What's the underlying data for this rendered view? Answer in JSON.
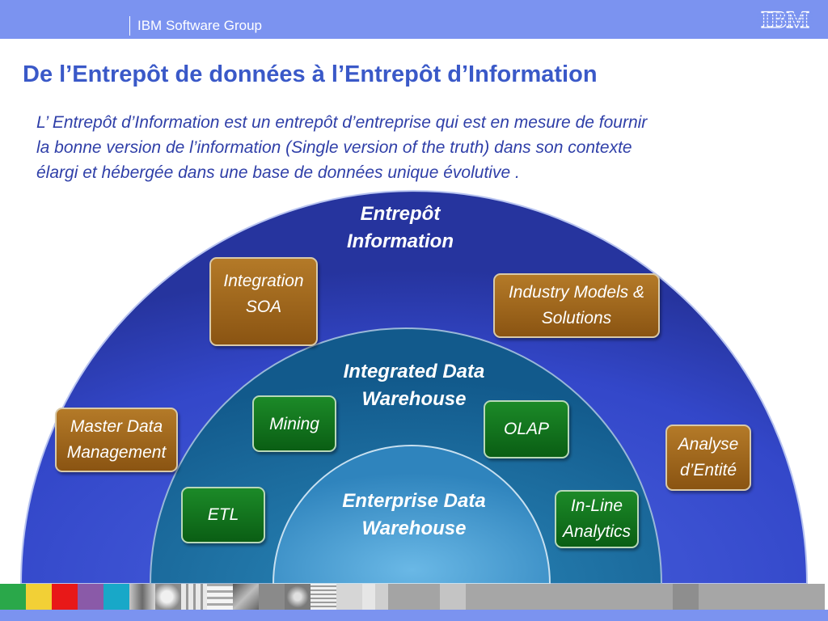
{
  "header": {
    "group": "IBM Software Group",
    "logo": "IBM"
  },
  "title": "De l’Entrepôt de données à l’Entrepôt d’Information",
  "intro": [
    "L’ Entrepôt d’Information est un entrepôt d’entreprise qui est en mesure de fournir",
    "la bonne version de l’information (Single version of the truth) dans son contexte",
    "élargi et hébergée dans une base de données unique évolutive ."
  ],
  "rings": {
    "outer": [
      "Entrepôt",
      "Information"
    ],
    "middle": [
      "Integrated Data",
      "Warehouse"
    ],
    "inner": [
      "Enterprise Data",
      "Warehouse"
    ]
  },
  "boxes": {
    "integration_soa": [
      "Integration",
      "SOA"
    ],
    "industry_models": [
      "Industry Models &",
      "Solutions"
    ],
    "master_data": [
      "Master Data",
      "Management"
    ],
    "analyse_entite": [
      "Analyse",
      "d’Entité"
    ],
    "mining": "Mining",
    "olap": "OLAP",
    "etl": "ETL",
    "inline_analytics": [
      "In-Line",
      "Analytics"
    ]
  },
  "colors": {
    "header": "#7b93f0",
    "title": "#3a59c8",
    "outer_ring": "#3347c9",
    "middle_ring": "#1a6aa0",
    "inner_ring": "#4a9cd0",
    "brown_box": "#a06a1e",
    "green_box": "#137a20"
  }
}
